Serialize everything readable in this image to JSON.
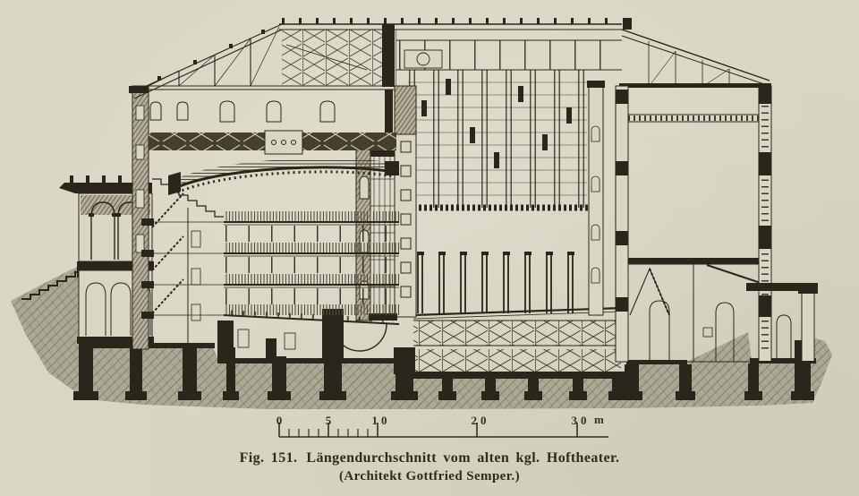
{
  "colors": {
    "paper": "#d9d6c4",
    "ink": "#2a261c",
    "ground_hatch": "#8b8973"
  },
  "figure": {
    "kind": "architectural-section-engraving",
    "caption": {
      "fig_label": "Fig. 151.",
      "title": "Längendurchschnitt vom alten kgl. Hoftheater.",
      "credit": "(Architekt Gottfried Semper.)"
    },
    "scale_bar": {
      "labels": [
        "0",
        "5",
        "10",
        "20",
        "30"
      ],
      "unit": "m"
    }
  }
}
